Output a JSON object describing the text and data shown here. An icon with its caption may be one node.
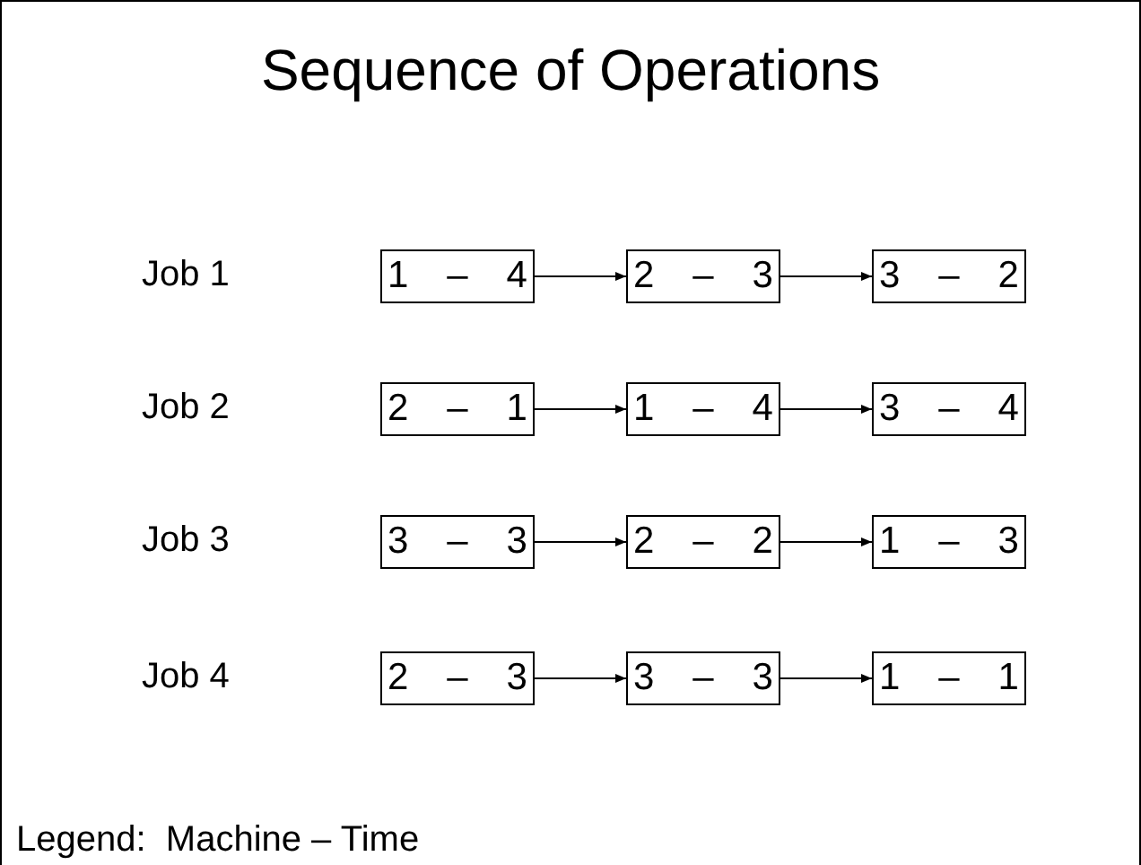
{
  "diagram": {
    "title": "Sequence of Operations",
    "nodes": [
      {
        "text": [
          "1 – 4"
        ]
      },
      {
        "text": [
          "2 – 3"
        ]
      },
      {
        "text": [
          "3 – 2"
        ]
      },
      {
        "text": [
          "2 – 1"
        ]
      },
      {
        "text": [
          "1 – 4"
        ]
      },
      {
        "text": [
          "3 – 4"
        ]
      },
      {
        "text": [
          "3 – 3"
        ]
      },
      {
        "text": [
          "2 – 2"
        ]
      },
      {
        "text": [
          "1 – 3"
        ]
      },
      {
        "text": [
          "2 – 3"
        ]
      },
      {
        "text": [
          "3 – 3"
        ]
      },
      {
        "text": [
          "1 – 1"
        ]
      }
    ],
    "edges": [
      {
        "from": 0,
        "to": 1,
        "arrow": "to"
      },
      {
        "from": 1,
        "to": 2,
        "arrow": "to"
      },
      {
        "from": 3,
        "to": 4,
        "arrow": "to"
      },
      {
        "from": 4,
        "to": 5,
        "arrow": "to"
      },
      {
        "from": 6,
        "to": 7,
        "arrow": "to"
      },
      {
        "from": 7,
        "to": 8,
        "arrow": "to"
      },
      {
        "from": 9,
        "to": 10,
        "arrow": "to"
      },
      {
        "from": 10,
        "to": 11,
        "arrow": "to"
      }
    ],
    "labels": [
      "Job 1",
      "Job 2",
      "Job 3",
      "Job 4",
      "Legend:  Machine – Time"
    ]
  }
}
